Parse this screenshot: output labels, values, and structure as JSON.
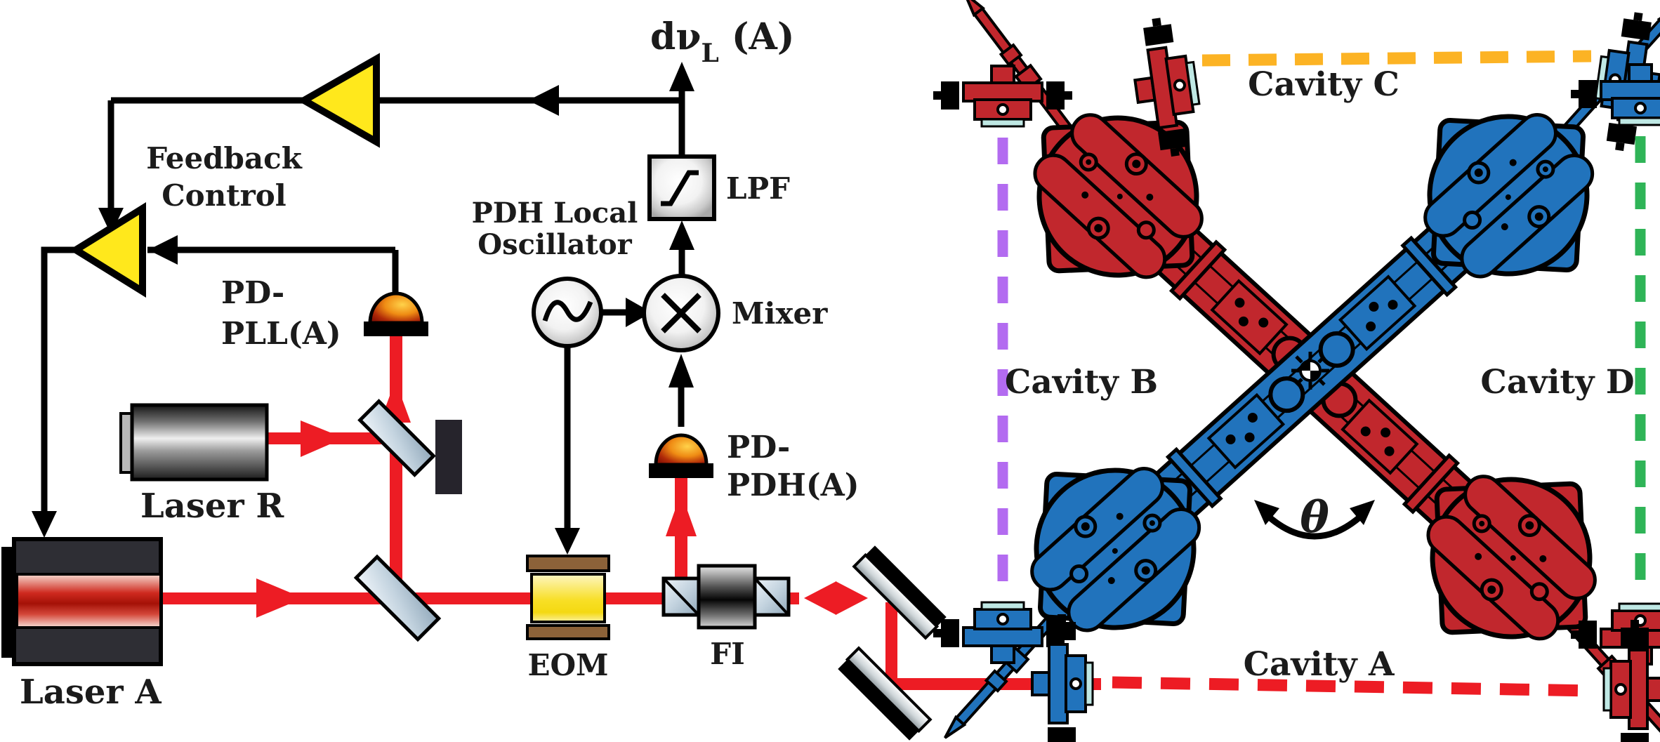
{
  "figure": {
    "left": {
      "dnu_main": "dν",
      "dnu_sub": "L",
      "dnu_suffix": " (A)",
      "feedback_line1": "Feedback",
      "feedback_line2": "Control",
      "pd_pll_line1": "PD-",
      "pd_pll_line2": "PLL(A)",
      "laser_r": "Laser R",
      "laser_a": "Laser A",
      "pdh_lo_line1": "PDH Local",
      "pdh_lo_line2": "Oscillator",
      "lpf": "LPF",
      "mixer": "Mixer",
      "pd_pdh_line1": "PD-",
      "pd_pdh_line2": "PDH(A)",
      "eom": "EOM",
      "fi": "FI"
    },
    "right": {
      "cavity_a": "Cavity A",
      "cavity_b": "Cavity B",
      "cavity_c": "Cavity C",
      "cavity_d": "Cavity D",
      "theta": "θ"
    },
    "colors": {
      "cad_red": "#C1272D",
      "cad_blue": "#2173BC",
      "beam_red": "#ED1C24",
      "dash_orange": "#FCB324",
      "dash_purple": "#B36BF0",
      "dash_green": "#2FB457",
      "dash_red": "#ED1C24",
      "amplifier_yellow": "#FFE81C",
      "eom_crystal_yellow": "#F8DF25",
      "electrode_brown": "#8C6239"
    }
  }
}
